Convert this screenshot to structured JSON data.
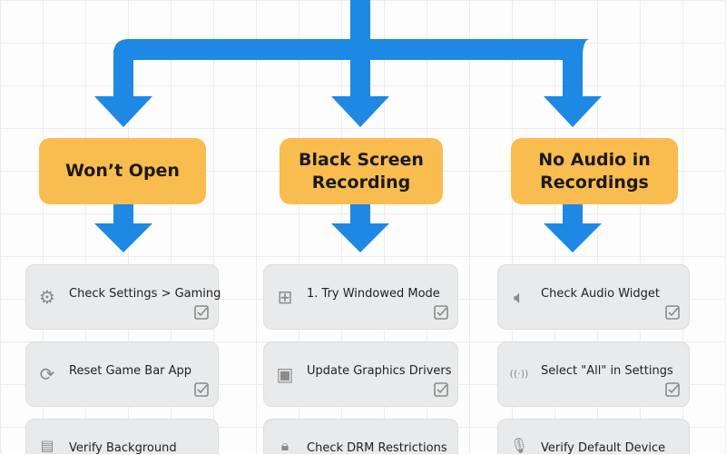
{
  "colors": {
    "arrow": "#1e88e5",
    "header": "#f9bc4f",
    "card": "#e9eaeb"
  },
  "columns": [
    {
      "title": "Won’t Open",
      "items": [
        {
          "label": "Check Settings > Gaming",
          "icon": "gear-icon"
        },
        {
          "label": "Reset Game Bar App",
          "icon": "refresh-icon"
        },
        {
          "label": "Verify Background",
          "icon": "window-list-icon"
        }
      ]
    },
    {
      "title": "Black Screen Recording",
      "items": [
        {
          "label": "1. Try Windowed Mode",
          "icon": "windows-icon"
        },
        {
          "label": "Update Graphics Drivers",
          "icon": "gpu-chip-icon"
        },
        {
          "label": "Check DRM Restrictions",
          "icon": "lock-icon"
        }
      ]
    },
    {
      "title": "No Audio in Recordings",
      "items": [
        {
          "label": "Check Audio Widget",
          "icon": "speaker-icon"
        },
        {
          "label": "Select \"All\" in Settings",
          "icon": "audio-wave-icon"
        },
        {
          "label": "Verify Default Device",
          "icon": "microphone-icon"
        }
      ]
    }
  ]
}
